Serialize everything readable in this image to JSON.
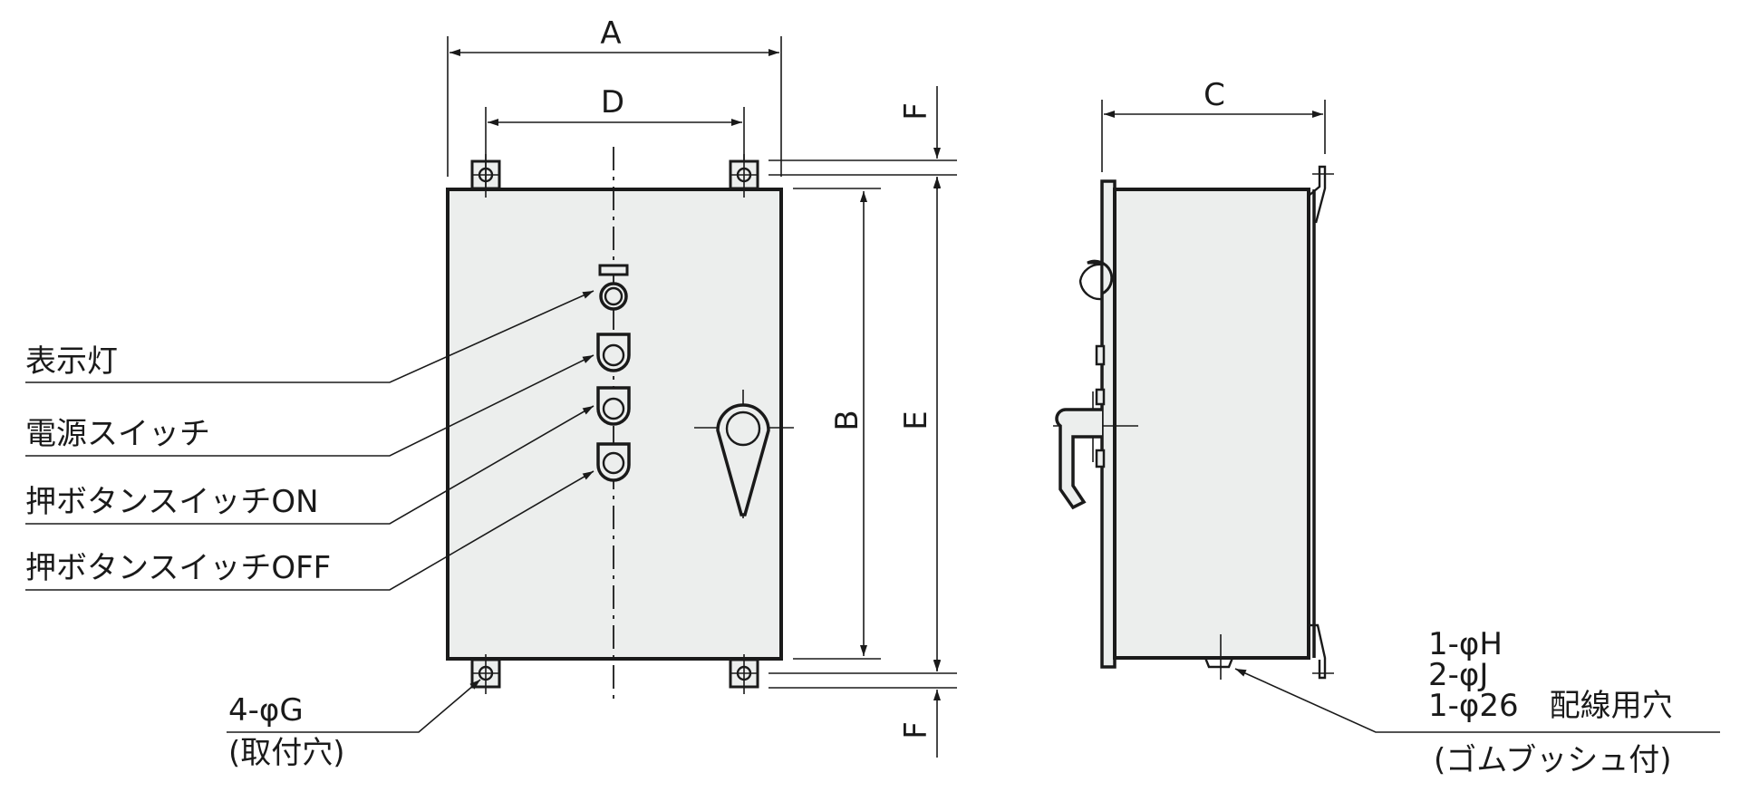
{
  "dimensions": {
    "A": "A",
    "B": "B",
    "C": "C",
    "D": "D",
    "E": "E",
    "F_top": "F",
    "F_bottom": "F"
  },
  "callouts": {
    "indicator_lamp": "表示灯",
    "power_switch": "電源スイッチ",
    "push_button_on": "押ボタンスイッチON",
    "push_button_off": "押ボタンスイッチOFF",
    "mount_holes_line1": "4-φG",
    "mount_holes_line2": "(取付穴)",
    "wiring_line1": "1-φH",
    "wiring_line2": "2-φJ",
    "wiring_line3": "1-φ26　配線用穴",
    "wiring_line4": "(ゴムブッシュ付)"
  }
}
